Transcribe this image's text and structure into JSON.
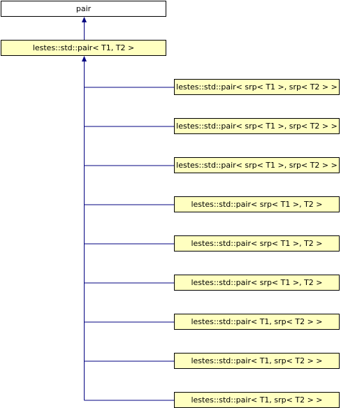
{
  "colors": {
    "edge": "#000080",
    "node_border": "#000000",
    "root_fill": "#ffffff",
    "node_fill": "#ffffc0",
    "text": "#000000"
  },
  "root": {
    "label": "pair"
  },
  "base": {
    "label": "lestes::std::pair< T1, T2 >"
  },
  "children": [
    {
      "label": "lestes::std::pair< srp< T1 >, srp< T2 > >"
    },
    {
      "label": "lestes::std::pair< srp< T1 >, srp< T2 > >"
    },
    {
      "label": "lestes::std::pair< srp< T1 >, srp< T2 > >"
    },
    {
      "label": "lestes::std::pair< srp< T1 >, T2 >"
    },
    {
      "label": "lestes::std::pair< srp< T1 >, T2 >"
    },
    {
      "label": "lestes::std::pair< srp< T1 >, T2 >"
    },
    {
      "label": "lestes::std::pair< T1, srp< T2 > >"
    },
    {
      "label": "lestes::std::pair< T1, srp< T2 > >"
    },
    {
      "label": "lestes::std::pair< T1, srp< T2 > >"
    }
  ]
}
